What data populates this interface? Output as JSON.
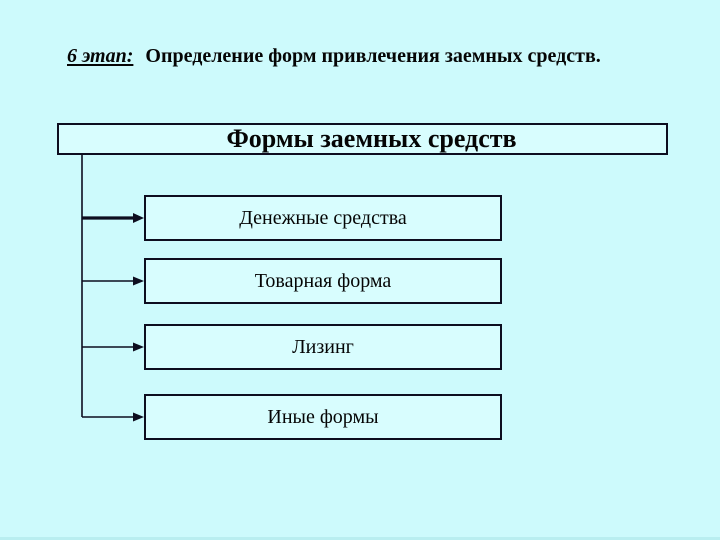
{
  "slide": {
    "title": {
      "step": "6 этап:",
      "rest": "Определение форм привлечения заемных средств."
    },
    "root_box": {
      "label": "Формы заемных средств"
    },
    "branches": [
      {
        "label": "Денежные средства"
      },
      {
        "label": "Товарная форма"
      },
      {
        "label": "Лизинг"
      },
      {
        "label": "Иные формы"
      }
    ],
    "colors": {
      "background": "#cdfafc",
      "box_fill": "#d8fdfe",
      "border": "#0d0d1f",
      "connector": "#0d0d1f",
      "text": "#050505"
    }
  }
}
